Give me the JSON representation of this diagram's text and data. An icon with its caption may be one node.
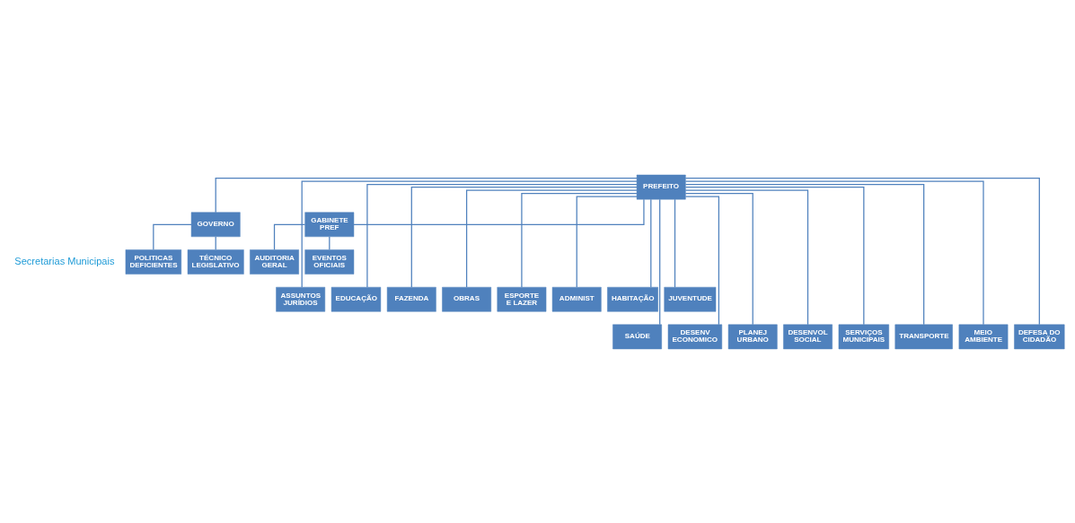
{
  "diagram": {
    "nodes": [
      {
        "text": [
          "PREFEITO"
        ]
      },
      {
        "text": [
          "GOVERNO"
        ]
      },
      {
        "text": [
          "GABINETE PREF"
        ]
      },
      {
        "text": [
          "POLITICAS DEFICIENTES"
        ]
      },
      {
        "text": [
          "TÉCNICO LEGISLATIVO"
        ]
      },
      {
        "text": [
          "AUDITORIA GERAL"
        ]
      },
      {
        "text": [
          "EVENTOS OFICIAIS"
        ]
      },
      {
        "text": [
          "ASSUNTOS JURÍDIOS"
        ]
      },
      {
        "text": [
          "EDUCAÇÃO"
        ]
      },
      {
        "text": [
          "FAZENDA"
        ]
      },
      {
        "text": [
          "OBRAS"
        ]
      },
      {
        "text": [
          "ESPORTE E LAZER"
        ]
      },
      {
        "text": [
          "ADMINIST"
        ]
      },
      {
        "text": [
          "HABITAÇÃO"
        ]
      },
      {
        "text": [
          "JUVENTUDE"
        ]
      },
      {
        "text": [
          "SAÚDE"
        ]
      },
      {
        "text": [
          "DESENV ECONOMICO"
        ]
      },
      {
        "text": [
          "PLANEJ URBANO"
        ]
      },
      {
        "text": [
          "DESENVOL SOCIAL"
        ]
      },
      {
        "text": [
          "SERVIÇOS MUNICIPAIS"
        ]
      },
      {
        "text": [
          "TRANSPORTE"
        ]
      },
      {
        "text": [
          "MEIO AMBIENTE"
        ]
      },
      {
        "text": [
          "DEFESA DO CIDADÃO"
        ]
      }
    ],
    "edges": [
      {
        "from": 0,
        "to": 1,
        "arrow": "none"
      },
      {
        "from": 0,
        "to": 2,
        "arrow": "none"
      },
      {
        "from": 1,
        "to": 3,
        "arrow": "none"
      },
      {
        "from": 1,
        "to": 4,
        "arrow": "none"
      },
      {
        "from": 2,
        "to": 5,
        "arrow": "none"
      },
      {
        "from": 2,
        "to": 6,
        "arrow": "none"
      },
      {
        "from": 0,
        "to": 7,
        "arrow": "none"
      },
      {
        "from": 0,
        "to": 8,
        "arrow": "none"
      },
      {
        "from": 0,
        "to": 9,
        "arrow": "none"
      },
      {
        "from": 0,
        "to": 10,
        "arrow": "none"
      },
      {
        "from": 0,
        "to": 11,
        "arrow": "none"
      },
      {
        "from": 0,
        "to": 12,
        "arrow": "none"
      },
      {
        "from": 0,
        "to": 13,
        "arrow": "none"
      },
      {
        "from": 0,
        "to": 14,
        "arrow": "none"
      },
      {
        "from": 0,
        "to": 15,
        "arrow": "none"
      },
      {
        "from": 0,
        "to": 16,
        "arrow": "none"
      },
      {
        "from": 0,
        "to": 17,
        "arrow": "none"
      },
      {
        "from": 0,
        "to": 18,
        "arrow": "none"
      },
      {
        "from": 0,
        "to": 19,
        "arrow": "none"
      },
      {
        "from": 0,
        "to": 20,
        "arrow": "none"
      },
      {
        "from": 0,
        "to": 21,
        "arrow": "none"
      },
      {
        "from": 0,
        "to": 22,
        "arrow": "none"
      }
    ],
    "labels": [
      "Secretarias Municipais"
    ]
  }
}
